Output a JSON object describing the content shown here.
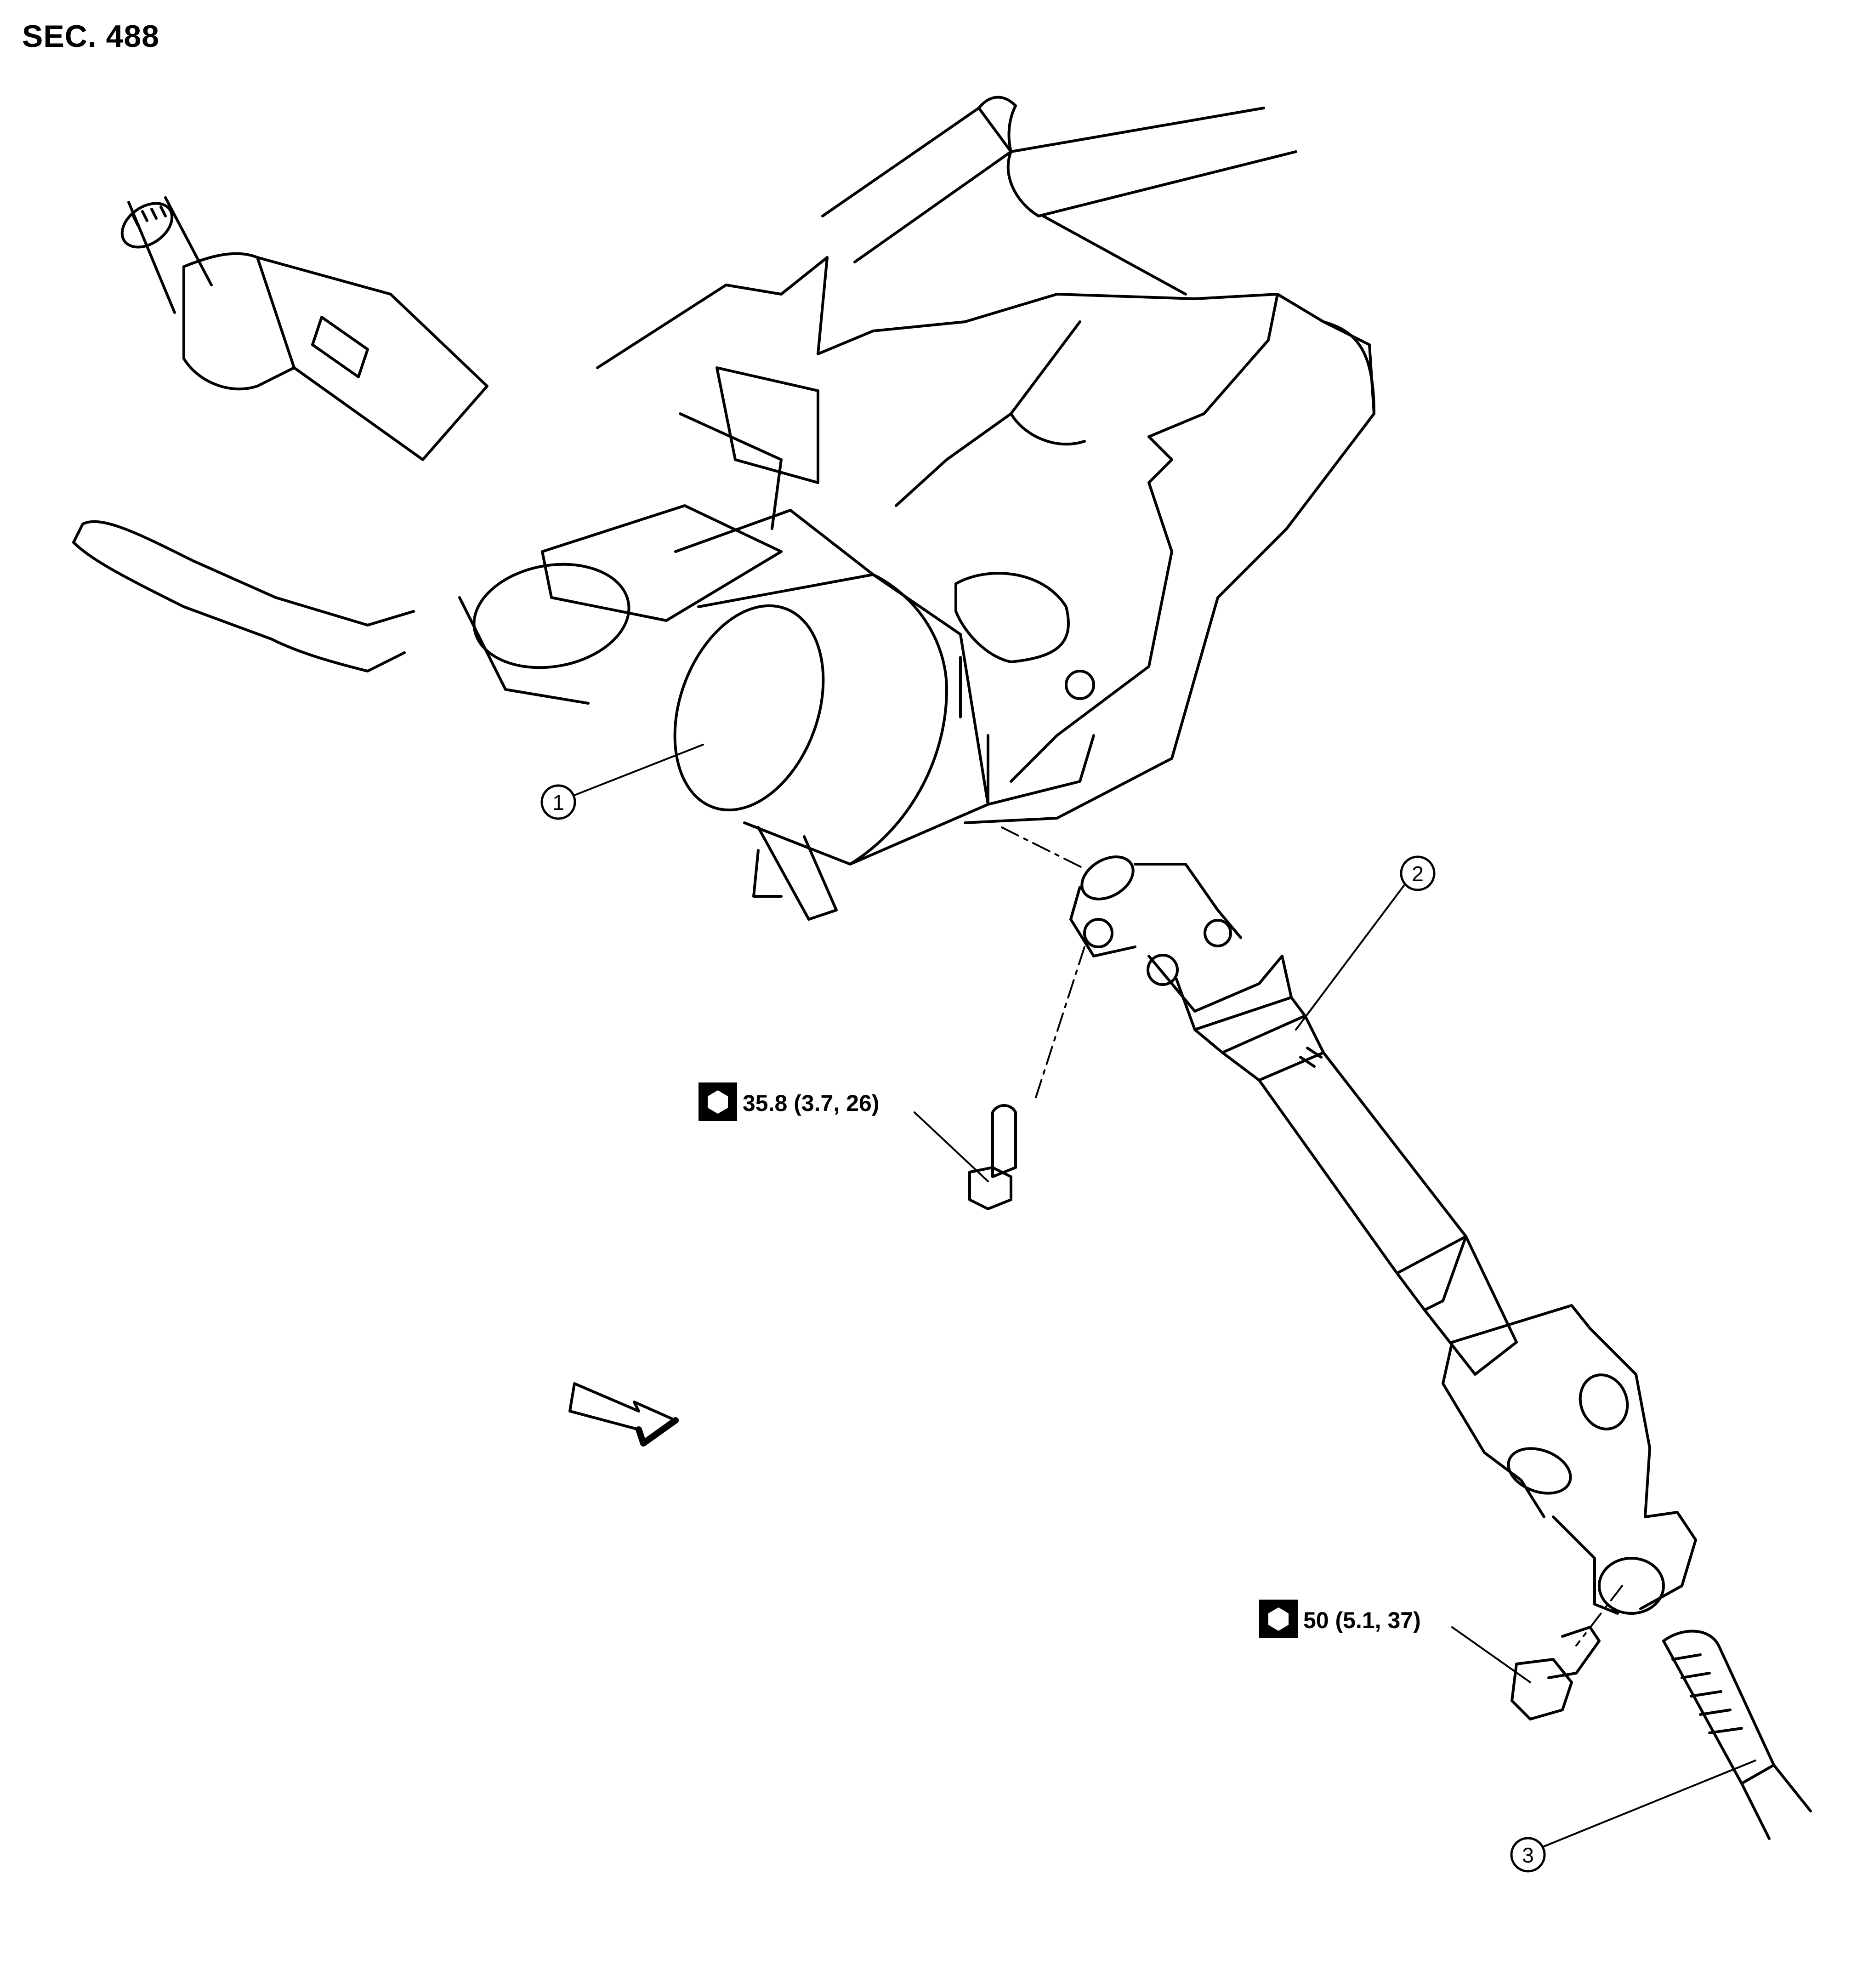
{
  "section": "SEC. 488",
  "callouts": [
    {
      "id": "1",
      "label": "1"
    },
    {
      "id": "2",
      "label": "2"
    },
    {
      "id": "3",
      "label": "3"
    }
  ],
  "torques": [
    {
      "value": "35.8 (3.7, 26)"
    },
    {
      "value": "50 (5.1, 37)"
    }
  ],
  "icons": [
    "torque-wrench-icon",
    "front-direction-arrow-icon"
  ],
  "colors": {
    "line": "#000000",
    "background": "#ffffff"
  }
}
